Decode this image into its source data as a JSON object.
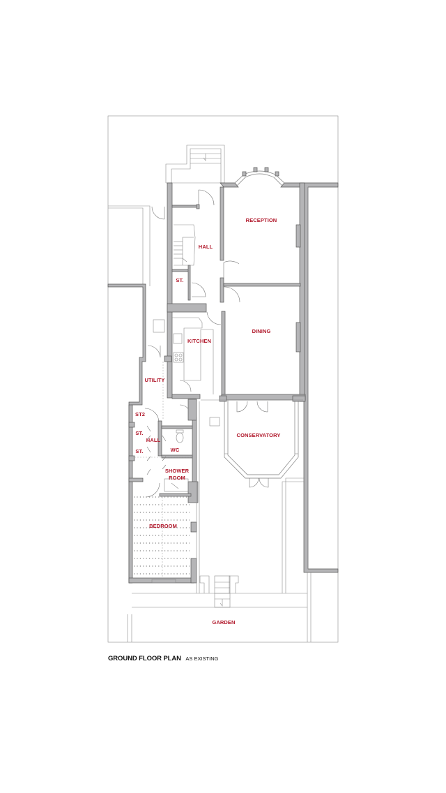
{
  "plan": {
    "title": "GROUND FLOOR PLAN",
    "subtitle": "AS EXISTING",
    "colors": {
      "label": "#b0172a",
      "wall_fill": "#b5b5b7",
      "wall_stroke": "#555555",
      "line": "#8a8a8a",
      "background": "#ffffff"
    },
    "rooms": [
      {
        "id": "reception",
        "label": "RECEPTION"
      },
      {
        "id": "hall",
        "label": "HALL"
      },
      {
        "id": "st-front",
        "label": "ST."
      },
      {
        "id": "dining",
        "label": "DINING"
      },
      {
        "id": "kitchen",
        "label": "KITCHEN"
      },
      {
        "id": "utility",
        "label": "UTILITY"
      },
      {
        "id": "st2",
        "label": "ST2"
      },
      {
        "id": "st-rear-1",
        "label": "ST."
      },
      {
        "id": "rear-hall",
        "label": "HALL"
      },
      {
        "id": "st-rear-2",
        "label": "ST."
      },
      {
        "id": "wc",
        "label": "WC"
      },
      {
        "id": "shower-room-1",
        "label": "SHOWER"
      },
      {
        "id": "shower-room-2",
        "label": "ROOM"
      },
      {
        "id": "conservatory",
        "label": "CONSERVATORY"
      },
      {
        "id": "bedroom",
        "label": "BEDROOM"
      },
      {
        "id": "garden",
        "label": "GARDEN"
      }
    ]
  }
}
